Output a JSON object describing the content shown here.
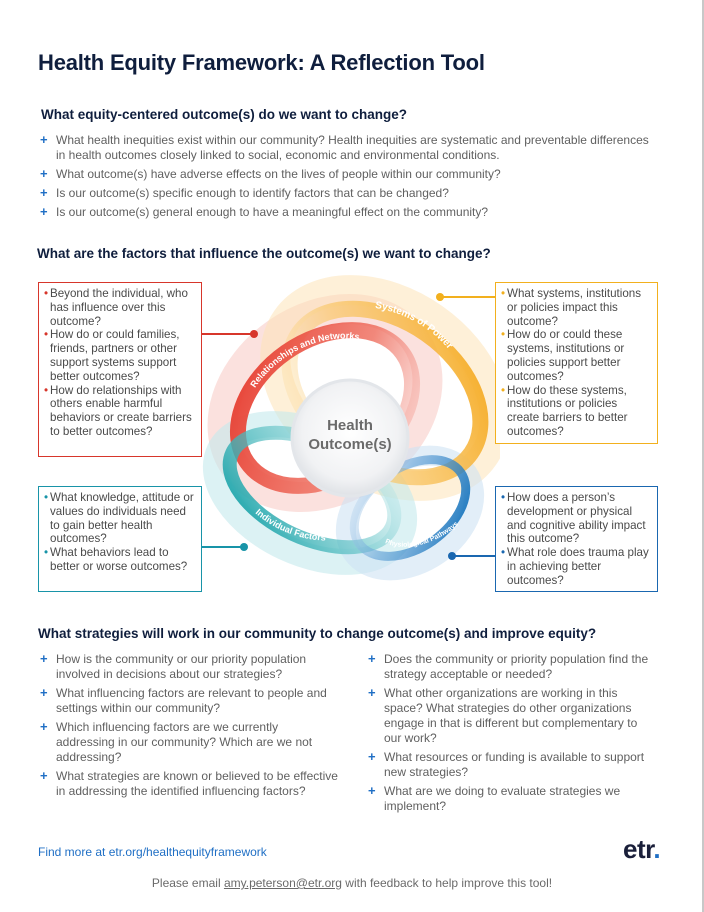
{
  "title": "Health Equity Framework: A Reflection Tool",
  "section1": {
    "heading": "What equity-centered outcome(s) do we want to change?",
    "items": [
      "What health inequities exist within our community? Health inequities are systematic and preventable differences in health outcomes closely linked to social, economic and environmental conditions.",
      "What outcome(s) have adverse effects on the lives of people within our community?",
      "Is our outcome(s) specific enough to identify factors that can be changed?",
      "Is our outcome(s) general enough to have a meaningful effect on the community?"
    ]
  },
  "section2": {
    "heading": "What are the factors that influence the outcome(s) we want to change?",
    "diagram": {
      "center": {
        "line1": "Health",
        "line2": "Outcome(s)"
      },
      "rings": {
        "relationships": {
          "label": "Relationships and Networks",
          "color": "#e63a2e"
        },
        "systems": {
          "label": "Systems of Power",
          "color": "#f5a81c"
        },
        "individual": {
          "label": "Individual Factors",
          "color": "#12a0a6"
        },
        "physiological": {
          "label": "Physiological Pathways",
          "color": "#0b6db8"
        }
      }
    },
    "boxes": {
      "relationships": {
        "color": "#d7362b",
        "items": [
          "Beyond the individual, who has influence over this outcome?",
          "How do or could families, friends, partners or other support systems support better outcomes?",
          "How do relationships with others enable harmful behaviors or create barriers to better outcomes?"
        ]
      },
      "systems": {
        "color": "#f2b01e",
        "items": [
          "What systems, institutions or policies impact this outcome?",
          "How do or could these systems, institutions or policies support better outcomes?",
          "How do these systems, institutions or policies create barriers to better outcomes?"
        ]
      },
      "individual": {
        "color": "#1894a8",
        "items": [
          "What knowledge, attitude or values do individuals need to gain better health outcomes?",
          "What behaviors lead to better or worse outcomes?"
        ]
      },
      "physiological": {
        "color": "#1a67b0",
        "items": [
          "How does a person’s development or physical and cognitive ability impact this outcome?",
          "What role does trauma play in achieving better outcomes?"
        ]
      }
    }
  },
  "section3": {
    "heading": "What strategies will work in our community to change outcome(s) and improve equity?",
    "left_items": [
      "How is the community or our priority population involved in decisions about our strategies?",
      "What influencing factors are relevant to people and settings within our community?",
      "Which influencing factors are we currently addressing in our community? Which are we not addressing?",
      "What strategies are known or believed to be effective in addressing the identified influencing factors?"
    ],
    "right_items": [
      "Does the community or priority population find the strategy acceptable or needed?",
      "What other organizations are working in this space? What strategies do other organizations engage in that is different but complementary to our work?",
      "What resources or funding is available to support new strategies?",
      "What are we doing to evaluate strategies we implement?"
    ]
  },
  "footer": {
    "link_text": "Find more at etr.org/healthequityframework",
    "logo_text": "etr",
    "logo_dot": ".",
    "feedback_prefix": "Please email ",
    "feedback_email": "amy.peterson@etr.org",
    "feedback_suffix": " with feedback to help improve this tool!"
  },
  "bullet_marker": "+",
  "box_marker": "•"
}
